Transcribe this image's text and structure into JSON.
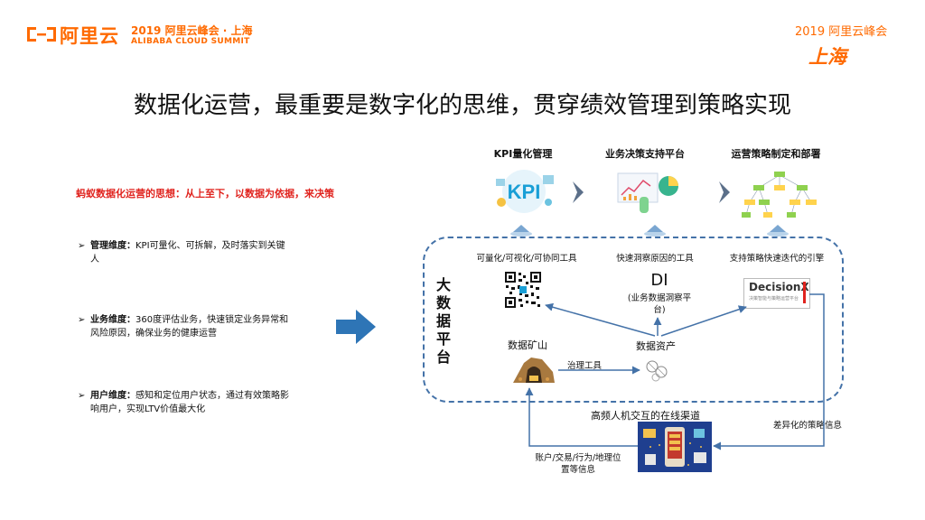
{
  "header": {
    "logo_text": "阿里云",
    "summit_cn": "2019 阿里云峰会 · 上海",
    "summit_en": "ALIBABA CLOUD SUMMIT",
    "right_brand": "2019 阿里云峰会",
    "right_city": "上海"
  },
  "title": "数据化运营，最重要是数字化的思维，贯穿绩效管理到策略实现",
  "left": {
    "heading": "蚂蚁数据化运营的思想：从上至下，以数据为依据，来决策",
    "bullets": [
      {
        "label": "管理维度：",
        "text": "KPI可量化、可拆解，及时落实到关键人"
      },
      {
        "label": "业务维度：",
        "text": "360度评估业务，快速锁定业务异常和风险原因，确保业务的健康运营"
      },
      {
        "label": "用户维度：",
        "text": "感知和定位用户状态，通过有效策略影响用户，实现LTV价值最大化"
      }
    ],
    "bullet_mark": "➢"
  },
  "modules": [
    {
      "title": "KPI量化管理",
      "caption": "可量化/可视化/可协同工具",
      "icon_text": "KPI"
    },
    {
      "title": "业务决策支持平台",
      "caption": "快速洞察原因的工具"
    },
    {
      "title": "运营策略制定和部署",
      "caption": "支持策略快速迭代的引擎"
    }
  ],
  "platform": {
    "label_chars": [
      "大",
      "数",
      "据",
      "平",
      "台"
    ],
    "di_title": "DI",
    "di_desc": "(业务数据洞察平台)",
    "decisionx_name": "DecisionX",
    "decisionx_sub": "决策智能与策略运营平台",
    "mine_label": "数据矿山",
    "assets_label": "数据资产",
    "governance_label": "治理工具"
  },
  "channel": {
    "label": "高频人机交互的在线渠道",
    "diff_info": "差异化的策略信息",
    "account_info": "账户/交易/行为/地理位置等信息"
  },
  "colors": {
    "brand_orange": "#ff6a00",
    "heading_red": "#e0231e",
    "flow_blue": "#4472a8",
    "arrow_blue": "#2e75b6"
  }
}
